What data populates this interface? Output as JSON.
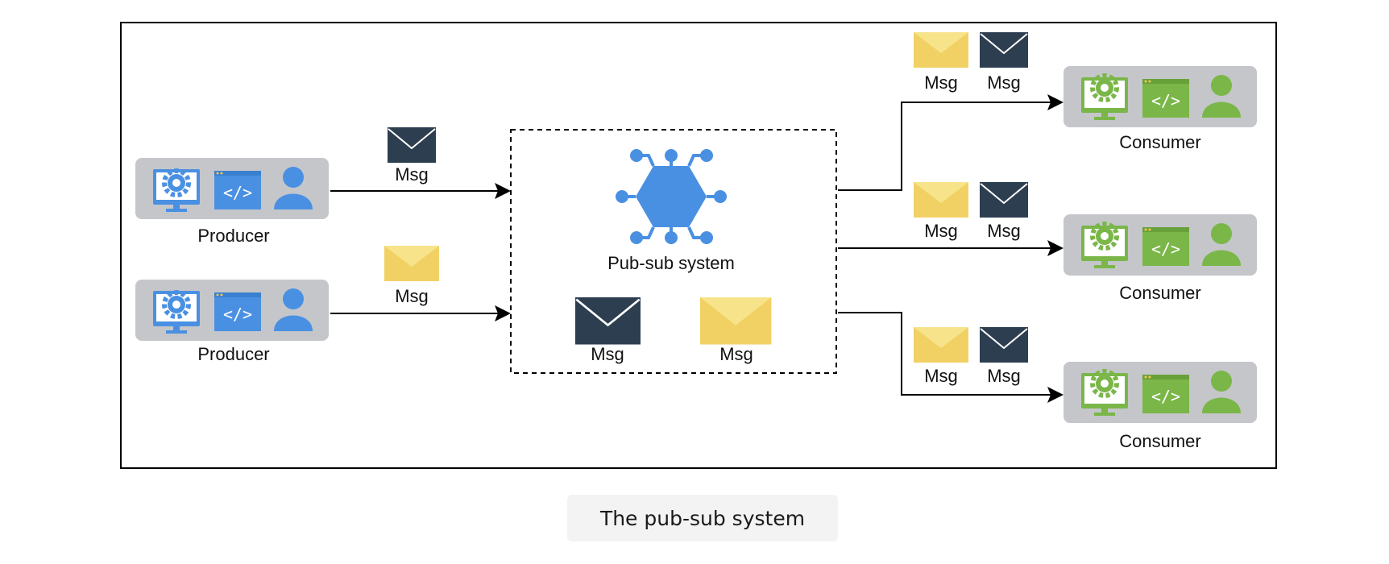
{
  "colors": {
    "producer_accent": "#4a90e2",
    "consumer_accent": "#7ab648",
    "panel_gray": "#c4c6ca",
    "envelope_dark": "#2d3e50",
    "envelope_yellow": "#f2d164",
    "hub_blue": "#4a90e2"
  },
  "producers": [
    {
      "label": "Producer",
      "message": {
        "label": "Msg",
        "color": "dark"
      }
    },
    {
      "label": "Producer",
      "message": {
        "label": "Msg",
        "color": "yellow"
      }
    }
  ],
  "pubsub": {
    "label": "Pub-sub system",
    "icon": "hub-network-icon",
    "queued_messages": [
      {
        "label": "Msg",
        "color": "dark"
      },
      {
        "label": "Msg",
        "color": "yellow"
      }
    ]
  },
  "consumers": [
    {
      "label": "Consumer",
      "messages": [
        {
          "label": "Msg",
          "color": "yellow"
        },
        {
          "label": "Msg",
          "color": "dark"
        }
      ]
    },
    {
      "label": "Consumer",
      "messages": [
        {
          "label": "Msg",
          "color": "yellow"
        },
        {
          "label": "Msg",
          "color": "dark"
        }
      ]
    },
    {
      "label": "Consumer",
      "messages": [
        {
          "label": "Msg",
          "color": "yellow"
        },
        {
          "label": "Msg",
          "color": "dark"
        }
      ]
    }
  ],
  "caption": "The pub-sub system"
}
